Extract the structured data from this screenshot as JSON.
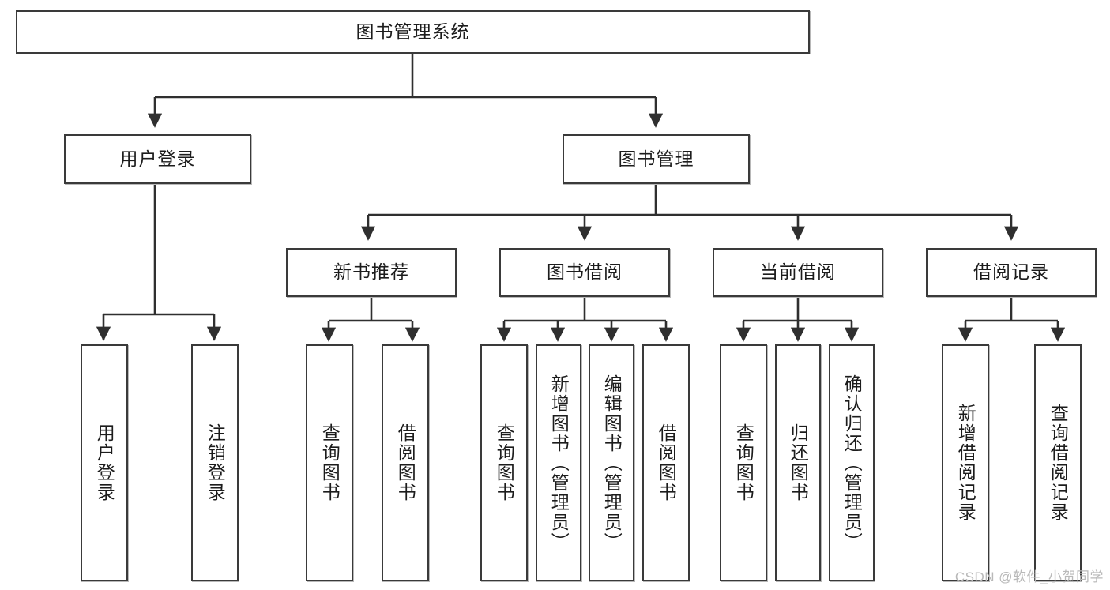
{
  "diagram": {
    "title": "图书管理系统",
    "type": "tree",
    "colors": {
      "box_border": "#3a3a3a",
      "box_fill": "#ffffff",
      "connector": "#2f2f2f",
      "watermark": "#b9b9b9"
    },
    "root": {
      "label": "图书管理系统"
    },
    "level2": [
      {
        "label": "用户登录"
      },
      {
        "label": "图书管理"
      }
    ],
    "level3": [
      {
        "label": "新书推荐"
      },
      {
        "label": "图书借阅"
      },
      {
        "label": "当前借阅"
      },
      {
        "label": "借阅记录"
      }
    ],
    "leaves": {
      "user_login": [
        {
          "label": "用户登录"
        },
        {
          "label": "注销登录"
        }
      ],
      "new_book": [
        {
          "label": "查询图书"
        },
        {
          "label": "借阅图书"
        }
      ],
      "book_borrow": [
        {
          "label": "查询图书"
        },
        {
          "label": "新增图书（管理员）"
        },
        {
          "label": "编辑图书（管理员）"
        },
        {
          "label": "借阅图书"
        }
      ],
      "current_borrow": [
        {
          "label": "查询图书"
        },
        {
          "label": "归还图书"
        },
        {
          "label": "确认归还（管理员）"
        }
      ],
      "borrow_record": [
        {
          "label": "新增借阅记录"
        },
        {
          "label": "查询借阅记录"
        }
      ]
    }
  },
  "watermark": {
    "text": "CSDN @软件_小贺同学"
  }
}
